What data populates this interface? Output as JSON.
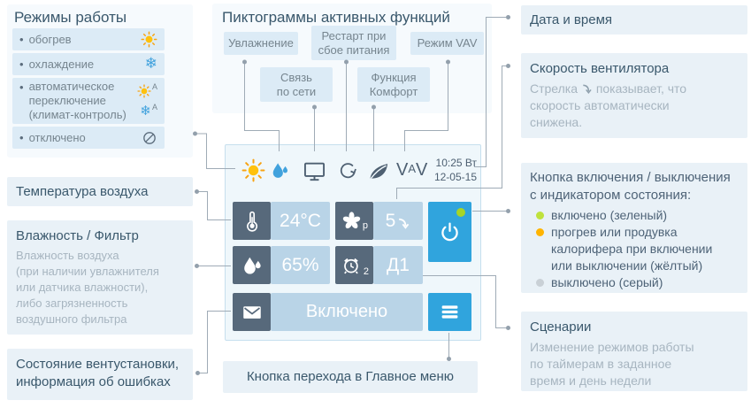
{
  "legend": {
    "modes": {
      "title": "Режимы работы",
      "auto_marker": "A",
      "items": [
        {
          "label": "обогрев",
          "icon": "sun-heating-icon"
        },
        {
          "label": "охлаждение",
          "icon": "snowflake-cooling-icon"
        },
        {
          "lines": [
            "автоматическое",
            "переключение",
            "(климат-контроль)"
          ],
          "icon": "auto-climate-icon"
        },
        {
          "label": "отключено",
          "icon": "off-icon"
        }
      ]
    },
    "pictograms": {
      "title": "Пиктограммы активных функций",
      "items": [
        {
          "lines": [
            "Увлажнение",
            ""
          ]
        },
        {
          "lines": [
            "Рестарт при",
            "сбое питания"
          ]
        },
        {
          "lines": [
            "Режим VAV",
            ""
          ]
        },
        {
          "lines": [
            "Связь",
            "по сети"
          ]
        },
        {
          "lines": [
            "Функция",
            "Комфорт"
          ]
        }
      ]
    },
    "datetime": {
      "title": "Дата и время"
    },
    "fan_speed": {
      "title": "Скорость вентилятора",
      "desc_prefix": "Стрелка",
      "desc_suffix": "показывает, что",
      "desc_line2": "скорость автоматически",
      "desc_line3": "снижена."
    },
    "power": {
      "title_line1": "Кнопка включения / выключения",
      "title_line2": "с индикатором состояния:",
      "items": [
        {
          "color": "#bfe23d",
          "lines": [
            "включено (зеленый)",
            "",
            ""
          ]
        },
        {
          "color": "#ffb401",
          "lines": [
            "прогрев или продувка",
            "калорифера при включении",
            "или выключении (жёлтый)"
          ]
        },
        {
          "color": "#c9d0d6",
          "lines": [
            "выключено (серый)",
            "",
            ""
          ]
        }
      ]
    },
    "scenarios": {
      "title": "Сценарии",
      "desc_lines": [
        "Изменение режимов работы",
        "по таймерам в заданное",
        "время и день недели"
      ]
    },
    "temperature": {
      "title": "Температура воздуха"
    },
    "humidity": {
      "title": "Влажность / Фильтр",
      "desc_lines": [
        "Влажность воздуха",
        "(при наличии увлажнителя",
        "или датчика влажности),",
        "либо загрязненность",
        "воздушного фильтра"
      ]
    },
    "status": {
      "lines": [
        "Состояние вентустановки,",
        "информация об ошибках"
      ]
    },
    "menu": {
      "title": "Кнопка перехода в Главное меню"
    }
  },
  "panel": {
    "time": "10:25 Вт",
    "date": "12-05-15",
    "vav": {
      "v1": "V",
      "a": "A",
      "v2": "V"
    },
    "active_function_icons": [
      "heating-sun",
      "humidification-drops",
      "network-monitor",
      "restart-arrow",
      "comfort-leaf",
      "vav-mode"
    ],
    "tiles": {
      "temperature": "24°C",
      "humidity": "65%",
      "fan_speed": "5",
      "fan_sub": "p",
      "clock_sub": "2",
      "scenario": "Д1",
      "status": "Включено"
    }
  },
  "colors": {
    "accent_blue": "#30a4dd",
    "tile_dark": "#57697b",
    "tile_light": "#b9d4e7",
    "indicator_green": "#a6d527",
    "bullet_green": "#bfe23d",
    "bullet_yellow": "#ffb401",
    "bullet_gray": "#c9d0d6",
    "callout_bg": "#e9f1f7",
    "chip_bg": "#dcebf6",
    "heading_text": "#3a586c",
    "muted_text": "#a7b5c0",
    "connector_line": "#9fabb6"
  }
}
